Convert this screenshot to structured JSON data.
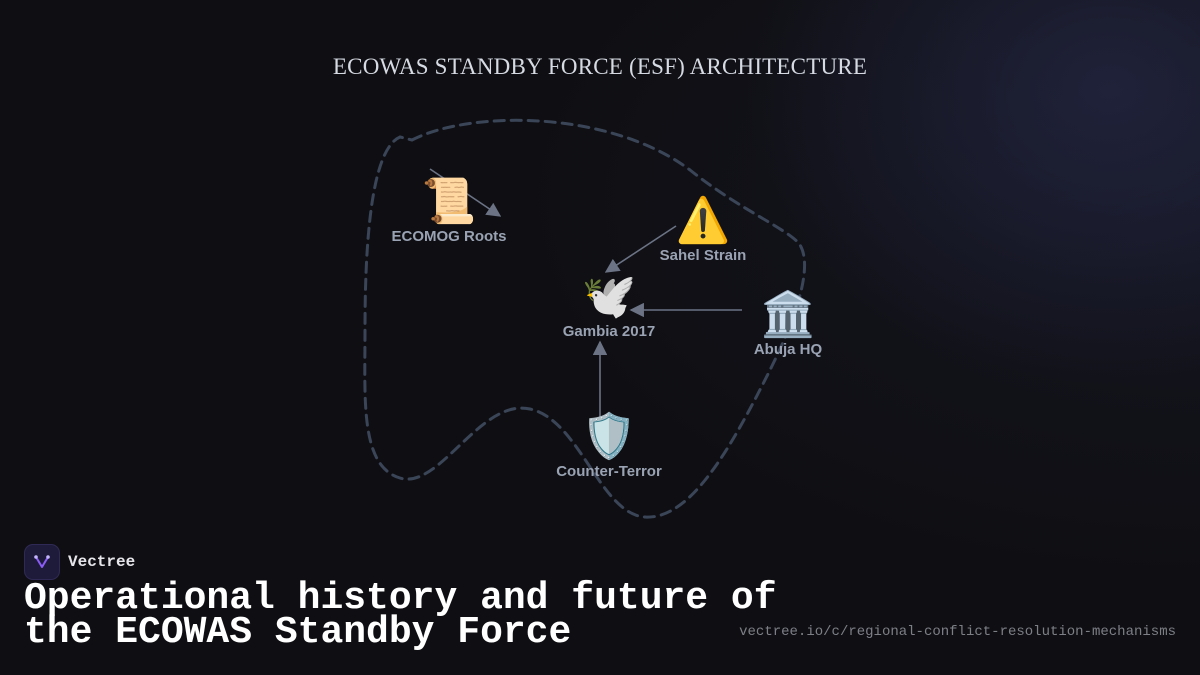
{
  "diagram": {
    "title": "ECOWAS STANDBY FORCE (ESF) ARCHITECTURE",
    "nodes": [
      {
        "id": "ecomog",
        "icon": "scroll-icon",
        "emoji": "📜",
        "label": "ECOMOG Roots"
      },
      {
        "id": "sahel",
        "icon": "warning-icon",
        "emoji": "⚠️",
        "label": "Sahel Strain"
      },
      {
        "id": "gambia",
        "icon": "dove-icon",
        "emoji": "🕊️",
        "label": "Gambia 2017"
      },
      {
        "id": "abuja",
        "icon": "classical-building-icon",
        "emoji": "🏛️",
        "label": "Abuja HQ"
      },
      {
        "id": "counter",
        "icon": "shield-icon",
        "emoji": "🛡️",
        "label": "Counter-Terror"
      }
    ],
    "edges": [
      {
        "from": "ecomog",
        "to": "ecomog"
      },
      {
        "from": "sahel",
        "to": "gambia"
      },
      {
        "from": "abuja",
        "to": "gambia"
      },
      {
        "from": "counter",
        "to": "gambia"
      }
    ],
    "colors": {
      "background": "#0f0f13",
      "edge": "#6b7385",
      "boundary": "#3a4558",
      "label": "#9aa3b3",
      "title": "#d6dae3"
    }
  },
  "footer": {
    "brand_name": "Vectree",
    "headline": "Operational history and future of the ECOWAS Standby Force",
    "url": "vectree.io/c/regional-conflict-resolution-mechanisms"
  }
}
